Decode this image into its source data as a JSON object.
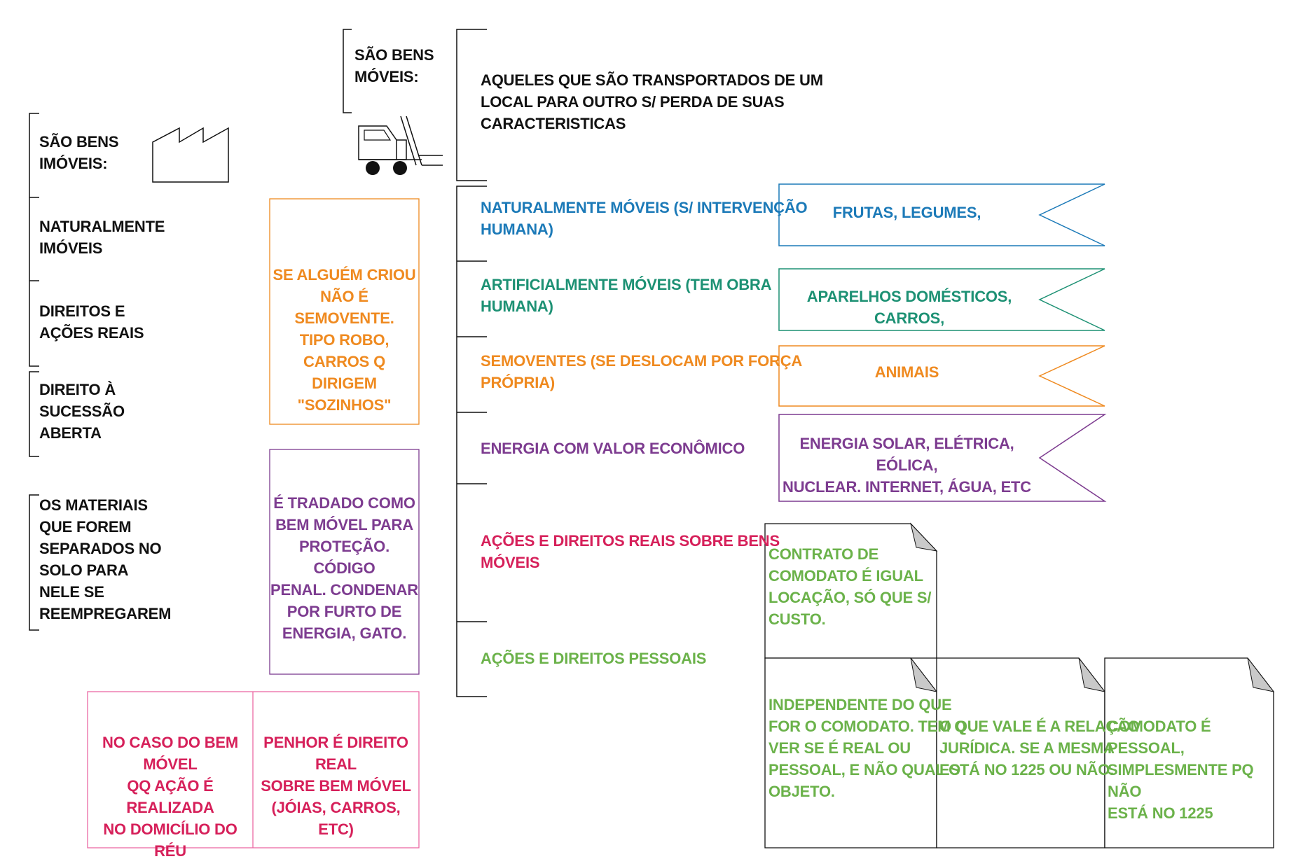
{
  "colors": {
    "black": "#111111",
    "blue": "#1c7ab8",
    "teal": "#1d9174",
    "orange": "#ef8a20",
    "purple": "#7d3c90",
    "crimson": "#d6205a",
    "green": "#6bb24a",
    "pink": "#ec6aa4"
  },
  "icons": {
    "factory": "factory-icon",
    "forklift": "forklift-icon"
  },
  "imoveis": {
    "title": "SÃO BENS\nIMÓVEIS:",
    "items": [
      "NATURALMENTE\nIMÓVEIS",
      "DIREITOS E\nAÇÕES REAIS",
      "DIREITO À\nSUCESSÃO\nABERTA"
    ],
    "note": "OS MATERIAIS\nQUE FOREM\nSEPARADOS NO\nSOLO PARA\nNELE SE\nREEMPREGAREM"
  },
  "moveis": {
    "title": "SÃO BENS\nMÓVEIS:",
    "definition": "AQUELES QUE SÃO TRANSPORTADOS DE UM\nLOCAL PARA OUTRO S/ PERDA DE SUAS\nCARACTERISTICAS",
    "categories": [
      {
        "label": "NATURALMENTE MÓVEIS (S/ INTERVENÇÃO\nHUMANA)",
        "example": "FRUTAS, LEGUMES,"
      },
      {
        "label": "ARTIFICIALMENTE MÓVEIS (TEM OBRA\nHUMANA)",
        "example": "APARELHOS DOMÉSTICOS, CARROS,"
      },
      {
        "label": "SEMOVENTES (SE DESLOCAM POR FORÇA\nPRÓPRIA)",
        "example": "ANIMAIS"
      },
      {
        "label": "ENERGIA COM VALOR ECONÔMICO",
        "example": "ENERGIA SOLAR, ELÉTRICA, EÓLICA,\nNUCLEAR. INTERNET, ÁGUA, ETC"
      },
      {
        "label": "AÇÕES E DIREITOS REAIS SOBRE BENS\nMÓVEIS"
      },
      {
        "label": "AÇÕES E DIREITOS PESSOAIS"
      }
    ]
  },
  "boxes": {
    "semovente_note": "SE ALGUÉM CRIOU\nNÃO É SEMOVENTE.\nTIPO ROBO, CARROS Q\nDIRIGEM \"SOZINHOS\"",
    "energia_note": "É TRADADO COMO\nBEM MÓVEL PARA\nPROTEÇÃO. CÓDIGO\nPENAL. CONDENAR\nPOR FURTO DE\nENERGIA, GATO.",
    "domicilio_note": "NO CASO DO BEM MÓVEL\nQQ AÇÃO É REALIZADA\nNO DOMICÍLIO DO RÉU",
    "penhor_note": "PENHOR É DIREITO REAL\nSOBRE BEM MÓVEL\n(JÓIAS, CARROS, ETC)"
  },
  "notes": {
    "comodato_intro": "CONTRATO DE\nCOMODATO É IGUAL\nLOCAÇÃO, SÓ QUE S/\nCUSTO.",
    "comodato_1": "INDEPENDENTE DO QUE\nFOR O COMODATO. TEM Q\nVER SE É REAL OU\nPESSOAL, E NÃO QUAL O\nOBJETO.",
    "comodato_2": "O QUE VALE É A RELAÇÃO\nJURÍDICA. SE A MESMA\nESTÁ NO 1225 OU NÃO.",
    "comodato_3": "COMODATO É PESSOAL,\nSIMPLESMENTE PQ NÃO\nESTÁ NO 1225"
  }
}
